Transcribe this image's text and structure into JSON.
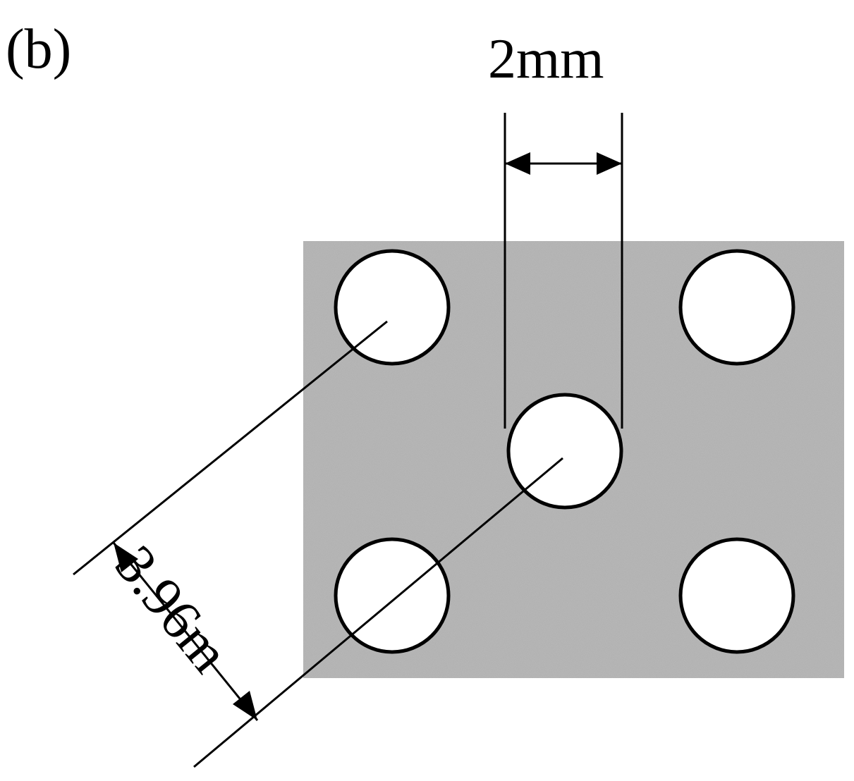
{
  "panel_label": "(b)",
  "dimensions": {
    "hole_diameter_label": "2mm",
    "diagonal_pitch_label": "3.96m"
  },
  "plate": {
    "fill_color": "#a9a9a9",
    "hole_count": 5,
    "hole_pattern": "staggered"
  },
  "colors": {
    "line": "#000000",
    "hole_fill": "#ffffff",
    "background": "#ffffff"
  }
}
